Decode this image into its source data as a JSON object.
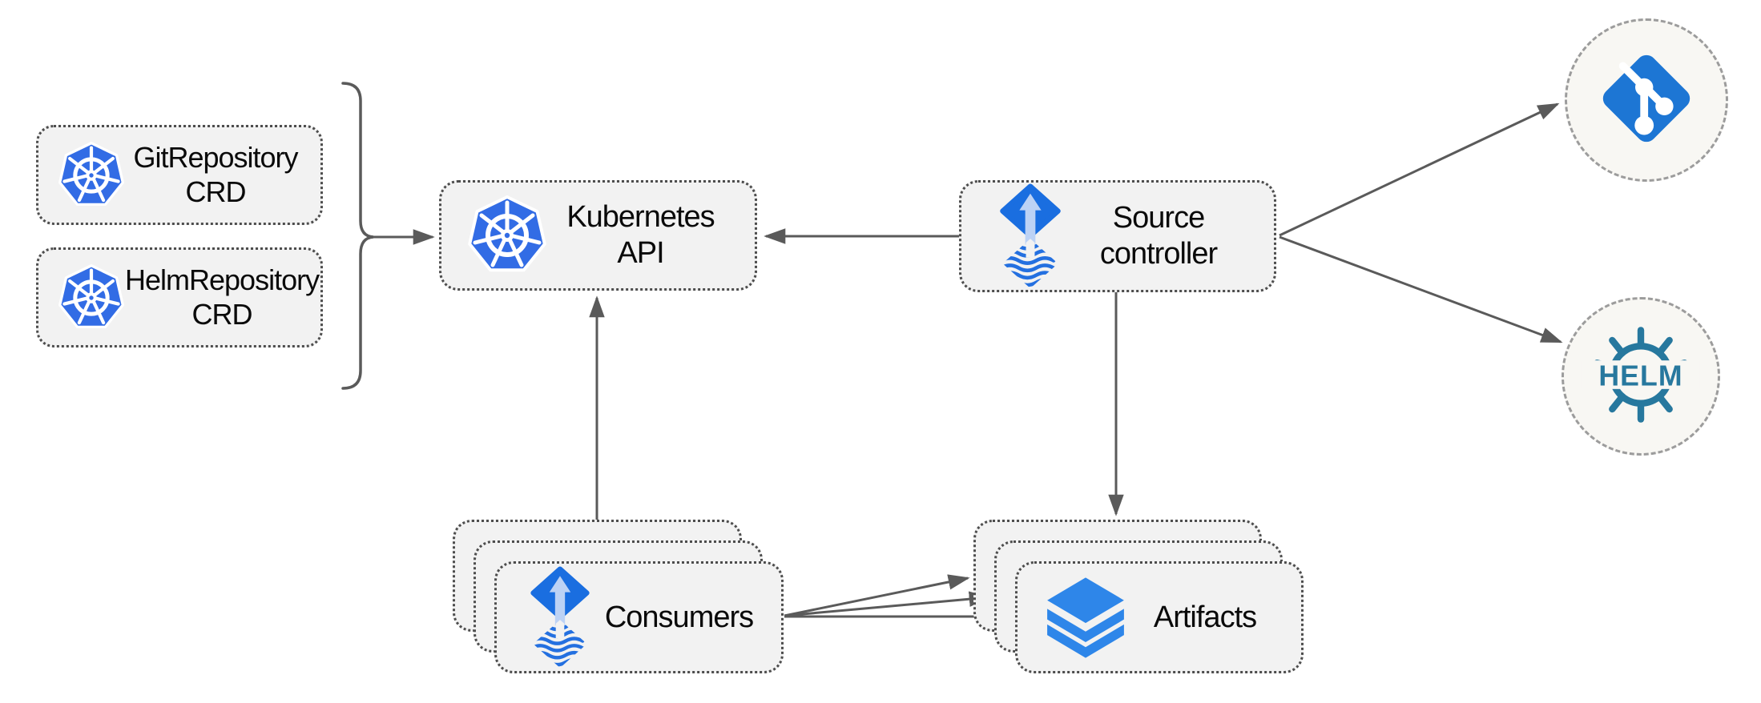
{
  "diagram": {
    "description": "Flux source-controller architecture diagram",
    "nodes": {
      "git_crd": {
        "line1": "GitRepository",
        "line2": "CRD",
        "icon": "kubernetes-icon"
      },
      "helm_crd": {
        "line1": "HelmRepository",
        "line2": "CRD",
        "icon": "kubernetes-icon"
      },
      "k8s_api": {
        "label": "Kubernetes API",
        "icon": "kubernetes-icon"
      },
      "source_controller": {
        "line1": "Source",
        "line2": "controller",
        "icon": "flux-icon"
      },
      "consumers": {
        "label": "Consumers",
        "icon": "flux-icon",
        "stack_count": 3
      },
      "artifacts": {
        "label": "Artifacts",
        "icon": "layers-icon",
        "stack_count": 3
      },
      "git_registry": {
        "icon": "git-icon"
      },
      "helm_registry": {
        "icon": "helm-icon",
        "logo_text": "HELM"
      }
    },
    "edges": [
      {
        "from": "git_crd + helm_crd (brace)",
        "to": "k8s_api"
      },
      {
        "from": "source_controller",
        "to": "k8s_api"
      },
      {
        "from": "consumers",
        "to": "k8s_api"
      },
      {
        "from": "source_controller",
        "to": "artifacts"
      },
      {
        "from": "source_controller",
        "to": "git_registry"
      },
      {
        "from": "source_controller",
        "to": "helm_registry"
      },
      {
        "from": "consumers",
        "to": "artifacts",
        "count": 3
      }
    ],
    "colors": {
      "kubernetes_blue": "#326ce5",
      "flux_blue": "#1a6ee0",
      "flux_arrow_light_blue": "#bcd2f5",
      "flux_wave_blue": "#2470e0",
      "git_blue": "#1d76d4",
      "helm_teal": "#27789e",
      "layers_blue": "#2e86e9",
      "node_fill": "#f2f2f2",
      "circle_fill": "#f8f7f3",
      "dotted_border": "#4d4d4d",
      "dashed_border": "#9c9c9c",
      "arrow_gray": "#5a5a5a",
      "text": "#0a0a0a"
    }
  }
}
